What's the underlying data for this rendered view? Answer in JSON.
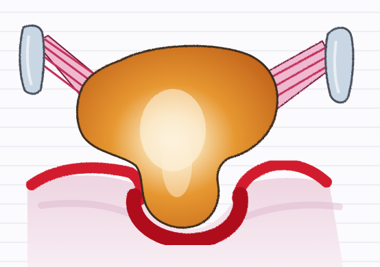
{
  "image": {
    "kind": "hand-drawn medical illustration",
    "colors": {
      "paper": "#fbfafc",
      "paper_line": "#e2e2ee",
      "tissue_fill": "#eed4e0",
      "tissue_shadow": "#dcb6cc",
      "red_rim": "#d21e2e",
      "red_rim_dark": "#b0101e",
      "mass_fill": "#e99830",
      "mass_edge": "#c2601a",
      "mass_outline": "#3a2a1e",
      "mass_highlight": "#fff7e6",
      "band_fill": "#eeb9d0",
      "band_stripe": "#c4305a",
      "clip_fill": "#c9d7e4",
      "clip_outline": "#48505c"
    },
    "icons": [
      "lined-paper-background",
      "lower-tissue-layer",
      "red-rim-outline",
      "orange-mushroom-mass",
      "left-band",
      "right-band",
      "left-clip",
      "right-clip"
    ]
  }
}
